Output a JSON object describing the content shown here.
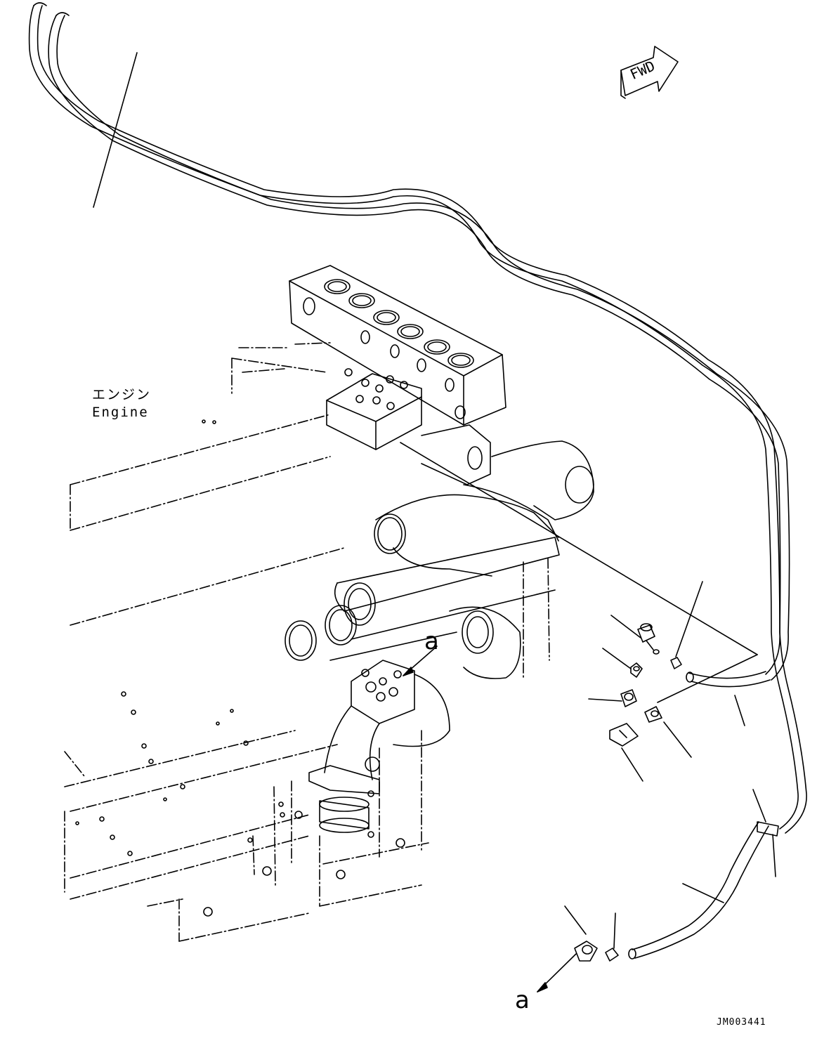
{
  "engine_label": {
    "japanese": "エンジン",
    "english": "Engine"
  },
  "fwd_arrow": {
    "text": "FWD"
  },
  "callouts": {
    "upper": "a",
    "lower": "a"
  },
  "drawing_number": "JM003441"
}
